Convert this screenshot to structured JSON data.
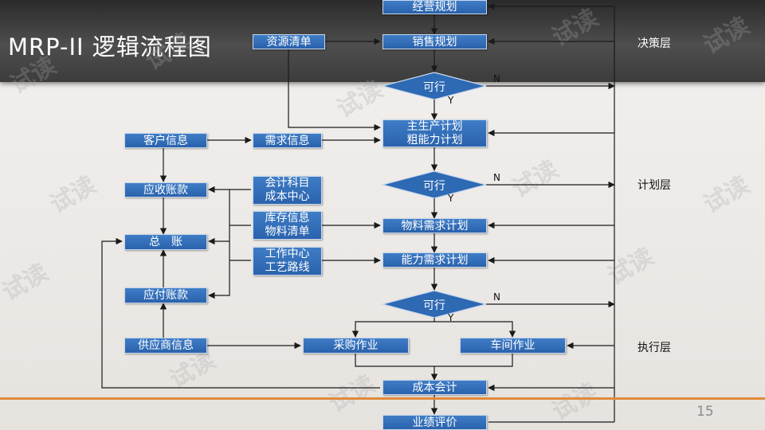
{
  "title": "MRP-II 逻辑流程图",
  "page_number": "15",
  "watermark": "试读",
  "boxes": {
    "jingying": "经营规划",
    "xiaoshou": "销售规划",
    "ziyuan": "资源清单",
    "zhushengchan": "主生产计划\n粗能力计划",
    "kehu": "客户信息",
    "xuqiu": "需求信息",
    "yingshou": "应收账款",
    "kuaiji": "会计科目\n成本中心",
    "kucun": "库存信息\n物料清单",
    "wuliao": "物料需求计划",
    "zongzhang": "总　账",
    "gongzuo": "工作中心\n工艺路线",
    "nengli": "能力需求计划",
    "yingfu": "应付账款",
    "gongyingshang": "供应商信息",
    "caigou": "采购作业",
    "chejian": "车间作业",
    "chengben": "成本会计",
    "yeji": "业绩评价"
  },
  "decisions": [
    "可行",
    "可行",
    "可行"
  ],
  "yes_label": "Y",
  "no_label": "N",
  "layers": {
    "decision": "决策层",
    "plan": "计划层",
    "execute": "执行层"
  },
  "colors": {
    "box_fill": "#2e69b3",
    "line": "#1a1a1a",
    "accent": "#e08a3c",
    "header_bg": "#3a3a3a"
  }
}
